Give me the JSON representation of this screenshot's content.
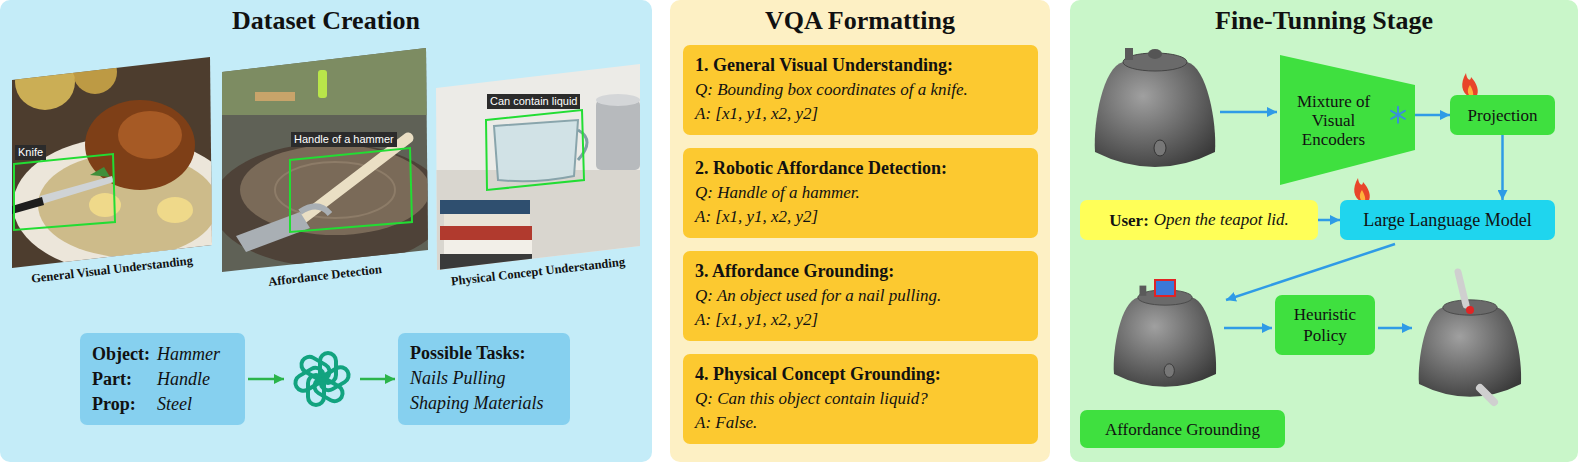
{
  "diagram": {
    "nodes": [
      {
        "text": [
          "Dataset Creation"
        ]
      },
      {
        "text": [
          "Object:",
          "Hammer",
          "Part:",
          "Handle",
          "Prop:",
          "Steel"
        ],
        "in": 0
      },
      {
        "text": [
          "Possible Tasks:",
          "Nails Pulling",
          "Shaping Materials"
        ],
        "in": 0
      },
      {
        "text": [
          "VQA Formatting"
        ]
      },
      {
        "text": [
          "1. General Visual Understanding:",
          "Q: Bounding box coordinates of a knife.",
          "A: [x1, y1, x2, y2]"
        ],
        "in": 3
      },
      {
        "text": [
          "2. Robotic Affordance Detection:",
          "Q: Handle of a hammer.",
          "A: [x1, y1, x2, y2]"
        ],
        "in": 3
      },
      {
        "text": [
          "3. Affordance Grounding:",
          "Q: An object used for a nail pulling.",
          "A: [x1, y1, x2, y2]"
        ],
        "in": 3
      },
      {
        "text": [
          "4. Physical Concept Grounding:",
          "Q: Can this object contain liquid?",
          "A: False."
        ],
        "in": 3
      },
      {
        "text": [
          "Fine-Tunning Stage"
        ]
      },
      {
        "text": [
          "Mixture of Visual Encoders"
        ],
        "in": 8
      },
      {
        "text": [
          "Projection"
        ],
        "in": 8
      },
      {
        "text": [
          "User:",
          "Open the teapot lid."
        ],
        "in": 8
      },
      {
        "text": [
          "Large Language Model"
        ],
        "in": 8
      },
      {
        "text": [
          "Heuristic Policy"
        ],
        "in": 8
      },
      {
        "text": [
          "Affordance Grounding"
        ],
        "in": 8
      }
    ],
    "edges": [
      {
        "from": 9,
        "to": 10,
        "arrow": "to"
      },
      {
        "from": 10,
        "to": 12,
        "arrow": "to"
      },
      {
        "from": 11,
        "to": 12,
        "arrow": "to"
      }
    ],
    "labels": [
      "Knife",
      "Handle of a hammer",
      "Can contain liquid",
      "General Visual Understanding",
      "Affordance Detection",
      "Physical Concept Understanding"
    ]
  }
}
